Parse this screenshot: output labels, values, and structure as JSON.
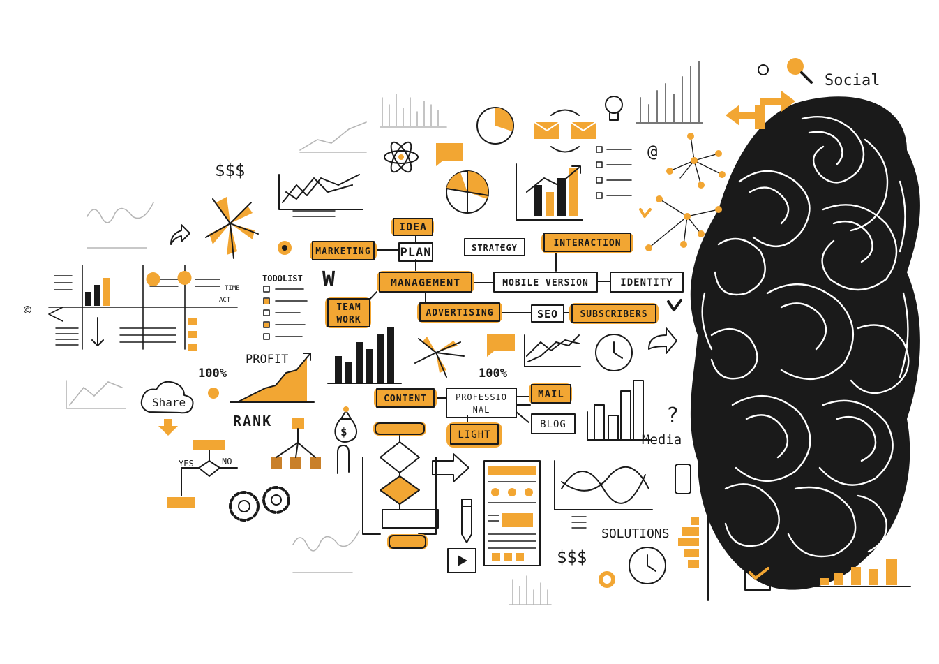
{
  "labels": {
    "idea": "IDEA",
    "plan": "PLAN",
    "marketing": "MARKETING",
    "strategy": "STRATEGY",
    "interaction": "INTERACTION",
    "management": "MANAGEMENT",
    "mobile_version": "MOBILE VERSION",
    "identity": "IDENTITY",
    "team_work_1": "TEAM",
    "team_work_2": "WORK",
    "advertising": "ADVERTISING",
    "seo": "SEO",
    "subscribers": "SUBSCRIBERS",
    "todo_list": "TODOLIST",
    "profit": "PROFIT",
    "percent_left": "100%",
    "percent_mid": "100%",
    "rank": "RANK",
    "share": "Share",
    "content": "CONTENT",
    "professional_1": "PROFESSIO",
    "professional_2": "NAL",
    "mail": "MAIL",
    "blog": "BLOG",
    "light": "LIGHT",
    "media": "Media",
    "solutions": "SOLUTIONS",
    "social": "Social",
    "dollars_top": "$$$",
    "dollars_bottom": "$$$",
    "yes": "YES",
    "no": "NO",
    "act": "ACT",
    "time": "TIME",
    "copyright": "©",
    "at": "@",
    "question": "?",
    "dollar": "$",
    "w_logo": "W"
  },
  "colors": {
    "accent": "#f2a633",
    "ink": "#1a1a1a",
    "faded": "#b5b5b5",
    "background": "#ffffff"
  },
  "icons": [
    "magnifier-icon",
    "arrows-icon",
    "lightbulb-icon",
    "envelope-icon",
    "atom-icon",
    "chat-icon",
    "clock-icon",
    "gear-icon",
    "pencil-icon",
    "play-icon",
    "paperclip-icon",
    "money-bag-icon",
    "phone-icon",
    "power-icon",
    "check-icon",
    "brain-swirl-icon"
  ]
}
